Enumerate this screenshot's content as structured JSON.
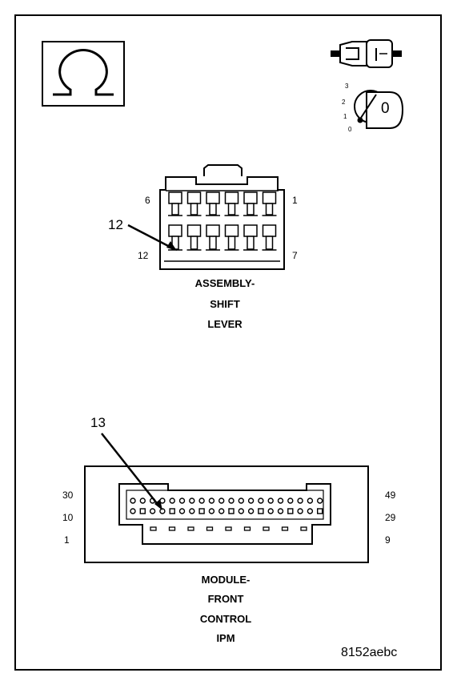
{
  "connector1": {
    "name_lines": [
      "ASSEMBLY-",
      "SHIFT",
      "LEVER"
    ],
    "pin_labels": {
      "top_left": "6",
      "top_right": "1",
      "bottom_left": "12",
      "bottom_right": "7"
    },
    "callout": "12"
  },
  "connector2": {
    "name_lines": [
      "MODULE-",
      "FRONT",
      "CONTROL",
      "IPM"
    ],
    "pin_labels": {
      "row1_left": "30",
      "row1_right": "49",
      "row2_left": "10",
      "row2_right": "29",
      "row3_left": "1",
      "row3_right": "9"
    },
    "callout": "13"
  },
  "ignition_positions": [
    "3",
    "2",
    "1",
    "0"
  ],
  "key_label": "0",
  "figure_code": "8152aebc",
  "icons": [
    "ohm-symbol-icon",
    "connector-plug-icon",
    "ignition-key-icon"
  ]
}
